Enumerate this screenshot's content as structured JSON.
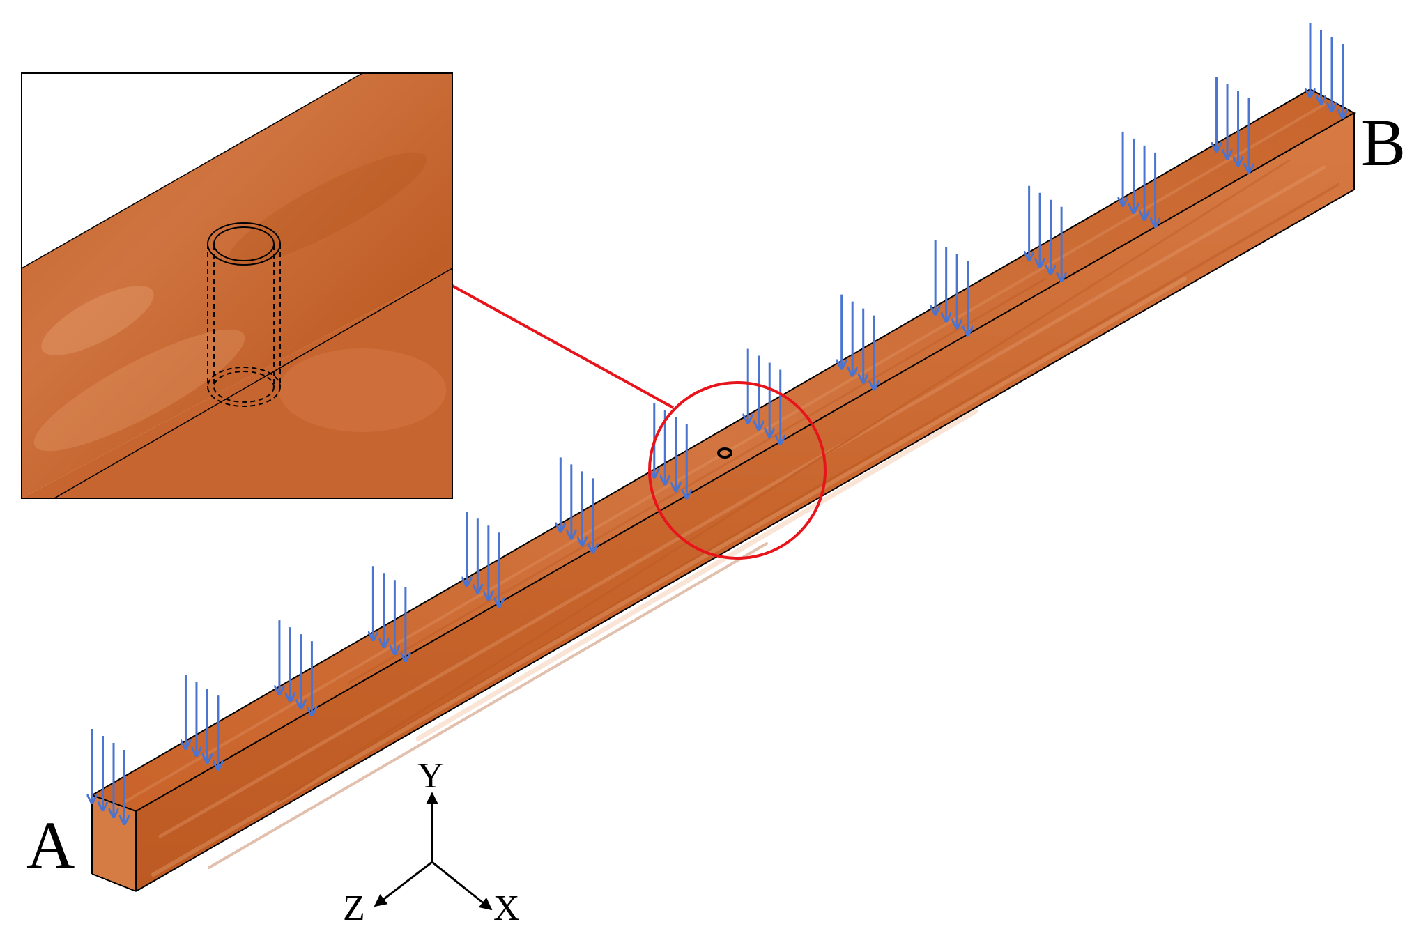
{
  "labels": {
    "end_a": "A",
    "end_b": "B"
  },
  "axes": {
    "y": "Y",
    "z": "Z",
    "x": "X"
  },
  "load_groups": 14,
  "arrows_per_group": 4,
  "colors": {
    "wood_top": "#cc6a32",
    "wood_front": "#c8652c",
    "wood_end": "#d2783e",
    "wood_dark": "#b5561f",
    "wood_light": "#e49564",
    "arrow": "#4a74cf",
    "callout": "#e8141c",
    "edge": "#000000"
  }
}
